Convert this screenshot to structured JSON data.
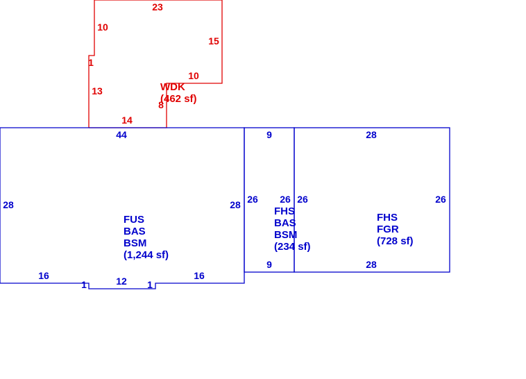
{
  "colors": {
    "deck": "#e00000",
    "house": "#0000cc",
    "background": "#ffffff"
  },
  "deck": {
    "dims": [
      "23",
      "10",
      "15",
      "1",
      "10",
      "13",
      "8",
      "14"
    ],
    "label": [
      "WDK",
      "(462 sf)"
    ]
  },
  "main": {
    "dims": [
      "44",
      "28",
      "28",
      "16",
      "1",
      "12",
      "1",
      "16"
    ],
    "label": [
      "FUS",
      "BAS",
      "BSM",
      "(1,244 sf)"
    ]
  },
  "middle": {
    "dims": [
      "9",
      "26",
      "26",
      "9"
    ],
    "label": [
      "FHS",
      "BAS",
      "BSM",
      "(234 sf)"
    ]
  },
  "garage": {
    "dims": [
      "28",
      "26",
      "26",
      "28"
    ],
    "label": [
      "FHS",
      "FGR",
      "(728 sf)"
    ]
  }
}
